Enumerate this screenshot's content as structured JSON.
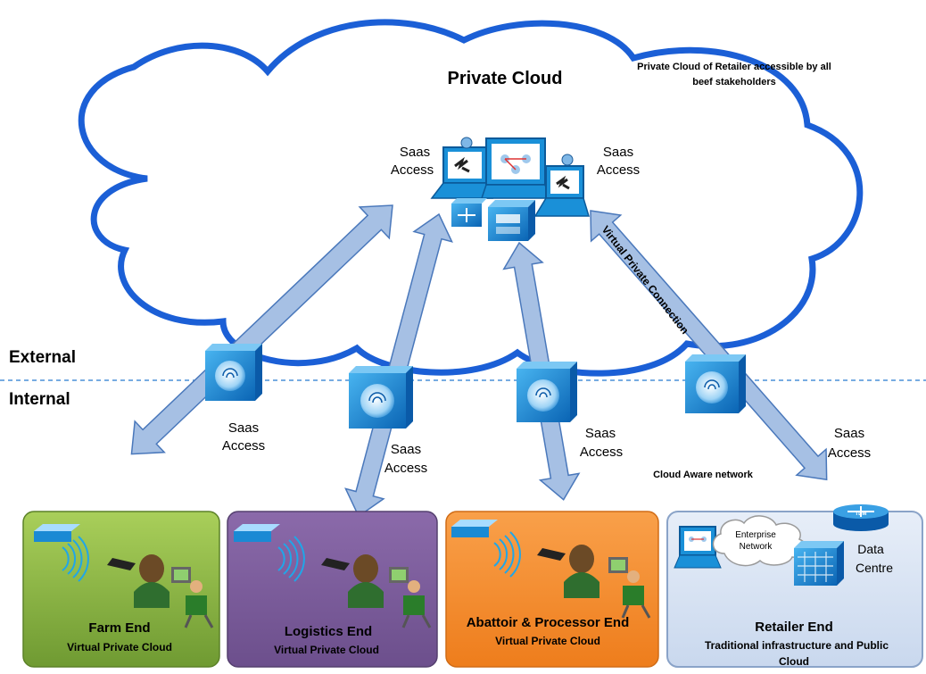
{
  "cloud": {
    "title": "Private Cloud",
    "note_line1": "Private Cloud of Retailer accessible by all",
    "note_line2": "beef stakeholders",
    "saas_left_1": "Saas",
    "saas_left_2": "Access",
    "saas_right_1": "Saas",
    "saas_right_2": "Access"
  },
  "boundary": {
    "external": "External",
    "internal": "Internal"
  },
  "connections": {
    "vpc_label": "Virtual Private Connection",
    "cloud_aware": "Cloud Aware network",
    "saas": [
      {
        "line1": "Saas",
        "line2": "Access"
      },
      {
        "line1": "Saas",
        "line2": "Access"
      },
      {
        "line1": "Saas",
        "line2": "Access"
      },
      {
        "line1": "Saas",
        "line2": "Access"
      }
    ]
  },
  "ends": [
    {
      "name": "Farm End",
      "sub": "Virtual Private Cloud",
      "color": "#8fb644"
    },
    {
      "name": "Logistics End",
      "sub": "Virtual Private Cloud",
      "color": "#7d5e9c"
    },
    {
      "name": "Abattoir & Processor End",
      "sub": "Virtual Private Cloud",
      "color": "#f28a2a"
    },
    {
      "name": "Retailer End",
      "sub_line1": "Traditional infrastructure and Public",
      "sub_line2": "Cloud",
      "color": "#d5e1f1"
    }
  ],
  "retailer": {
    "enterprise_line1": "Enterprise",
    "enterprise_line2": "Network",
    "datacentre_line1": "Data",
    "datacentre_line2": "Centre",
    "tdm": "TDM"
  },
  "colors": {
    "cloud_stroke": "#1b5fd6",
    "arrow_fill": "#a6c0e4",
    "arrow_stroke": "#4a78bb",
    "dashed_line": "#4a90d9"
  }
}
